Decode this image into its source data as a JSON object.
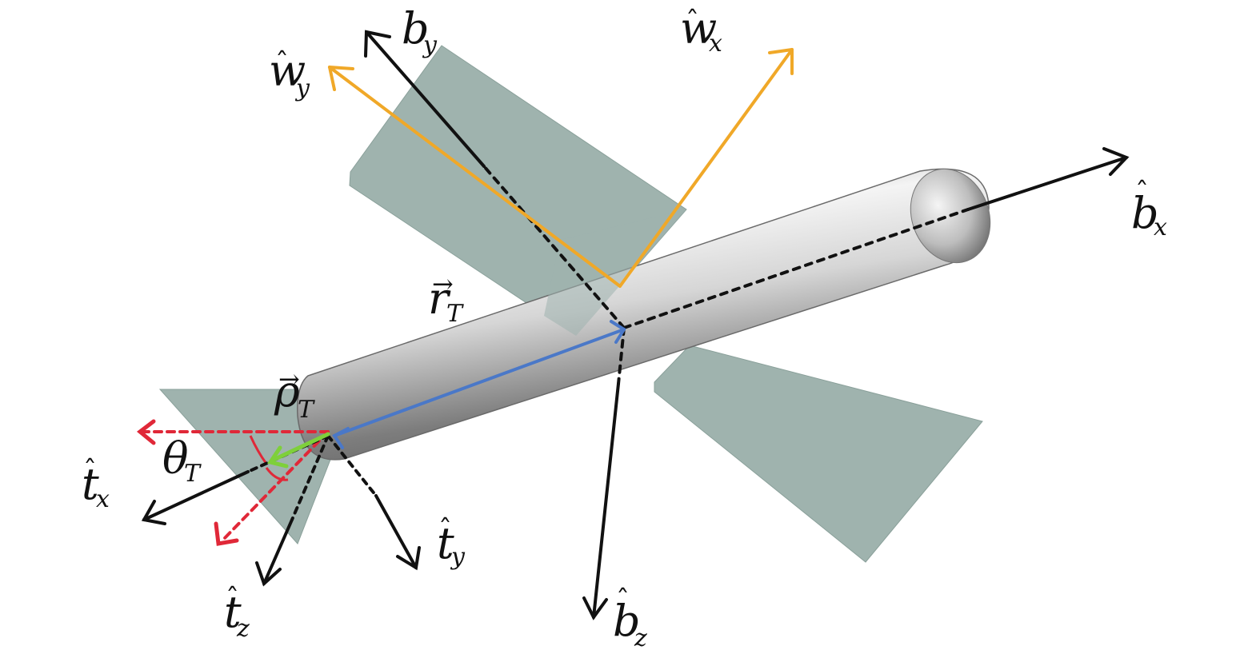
{
  "labels": {
    "b_x": {
      "main": "b",
      "sub": "x",
      "accent": "ˆ"
    },
    "b_y": {
      "main": "b",
      "sub": "y",
      "accent": "ˆ"
    },
    "b_z": {
      "main": "b",
      "sub": "z",
      "accent": "ˆ"
    },
    "w_x": {
      "main": "w",
      "sub": "x",
      "accent": "ˆ"
    },
    "w_y": {
      "main": "w",
      "sub": "y",
      "accent": "ˆ"
    },
    "t_x": {
      "main": "t",
      "sub": "x",
      "accent": "ˆ"
    },
    "t_y": {
      "main": "t",
      "sub": "y",
      "accent": "ˆ"
    },
    "t_z": {
      "main": "t",
      "sub": "z",
      "accent": "ˆ"
    },
    "r_T": {
      "main": "r",
      "sub": "T",
      "accent": "→"
    },
    "rho_T": {
      "main": "ρ",
      "sub": "T",
      "accent": "→"
    },
    "theta_T": {
      "main": "θ",
      "sub": "T"
    }
  },
  "colors": {
    "body_axes": "#111111",
    "wind_axes": "#F0A828",
    "r_vector": "#4A78C8",
    "rho_vector": "#7ED03A",
    "thrust_dashed": "#E02838",
    "fins": "#9FB3AE",
    "fuselage": "#C9C9C9"
  }
}
